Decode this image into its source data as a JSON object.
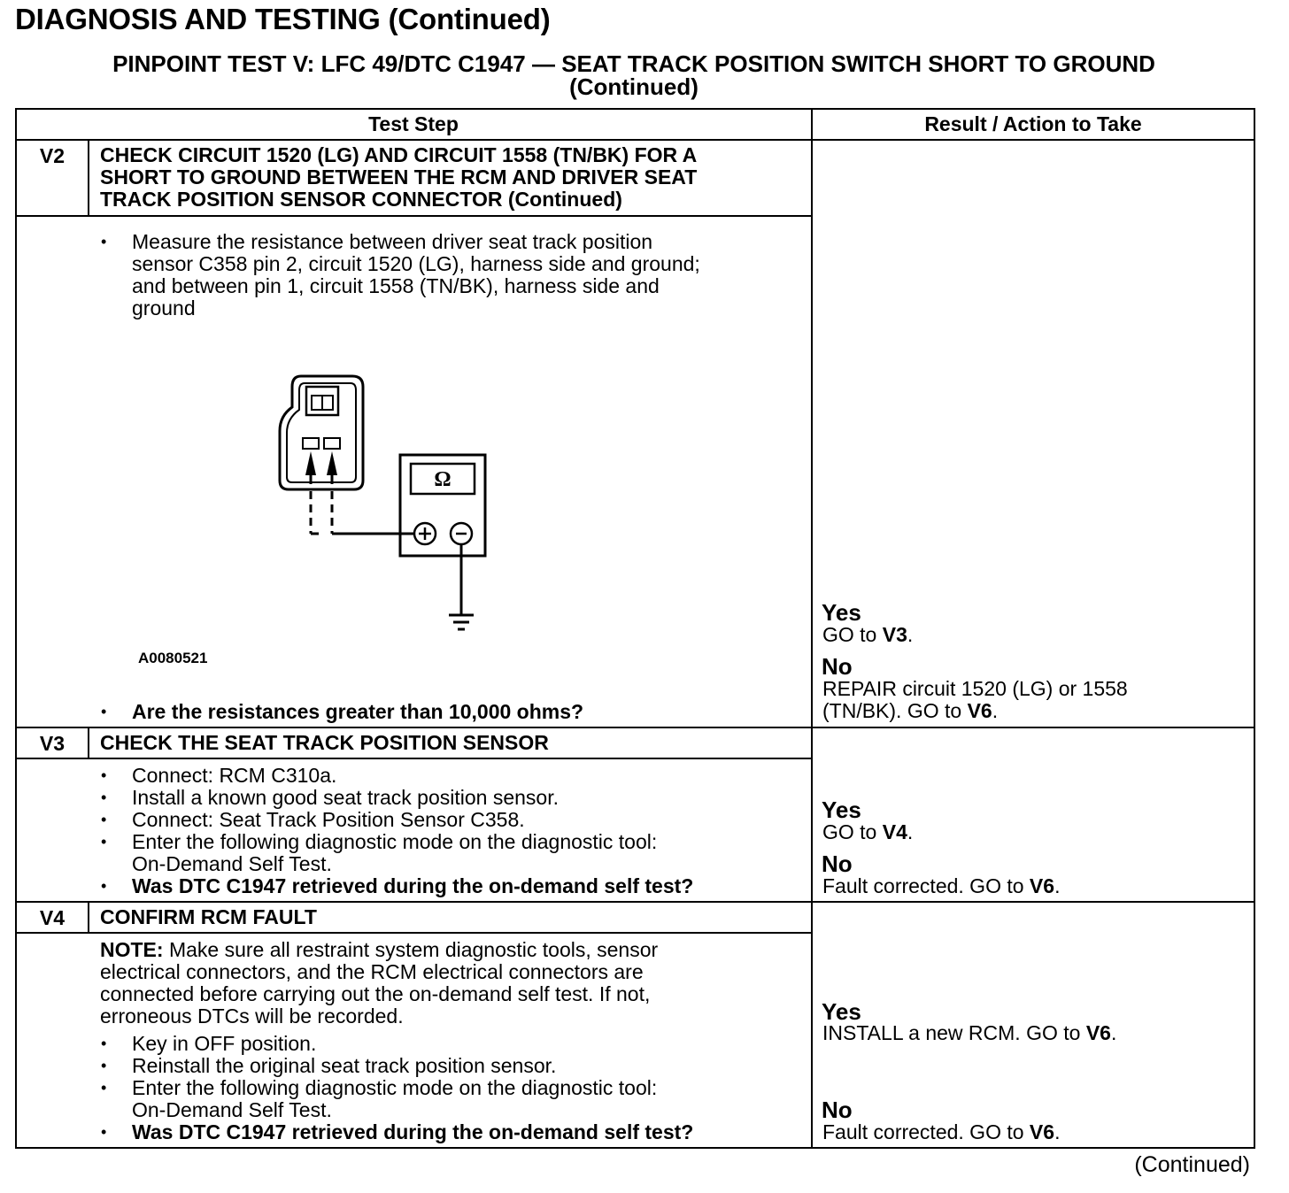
{
  "header": {
    "title": "DIAGNOSIS AND TESTING (Continued)",
    "subtitle_line1": "PINPOINT TEST V: LFC 49/DTC C1947 — SEAT TRACK POSITION SWITCH SHORT TO GROUND",
    "subtitle_line2": "(Continued)"
  },
  "table": {
    "col_test_step": "Test Step",
    "col_result": "Result / Action to Take",
    "v2": {
      "id": "V2",
      "title_lines": [
        "CHECK CIRCUIT 1520 (LG) AND CIRCUIT 1558 (TN/BK) FOR A",
        "SHORT TO GROUND BETWEEN THE RCM AND DRIVER SEAT",
        "TRACK POSITION SENSOR CONNECTOR (Continued)"
      ],
      "bullet1_lines": [
        "Measure the resistance between driver seat track position",
        "sensor C358 pin 2, circuit 1520 (LG), harness side and ground;",
        "and between pin 1, circuit 1558 (TN/BK), harness side and",
        "ground"
      ],
      "figure_code": "A0080521",
      "ohm_symbol": "Ω",
      "question": "Are the resistances greater than 10,000 ohms?",
      "yes_label": "Yes",
      "yes_text": "GO to ",
      "yes_target": "V3",
      "no_label": "No",
      "no_line1": "REPAIR circuit 1520 (LG) or 1558",
      "no_line2": "(TN/BK). GO to ",
      "no_target": "V6"
    },
    "v3": {
      "id": "V3",
      "title": "CHECK THE SEAT TRACK POSITION SENSOR",
      "bullets": [
        "Connect: RCM C310a.",
        "Install a known good seat track position sensor.",
        "Connect: Seat Track Position Sensor C358.",
        "Enter the following diagnostic mode on the diagnostic tool:"
      ],
      "bullet4_cont": "On-Demand Self Test.",
      "question": "Was DTC C1947 retrieved during the on-demand self test?",
      "yes_label": "Yes",
      "yes_text": "GO to ",
      "yes_target": "V4",
      "no_label": "No",
      "no_text": "Fault corrected. GO to ",
      "no_target": "V6"
    },
    "v4": {
      "id": "V4",
      "title": "CONFIRM RCM FAULT",
      "note_label": "NOTE:",
      "note_lines": [
        " Make sure all restraint system diagnostic tools, sensor",
        "electrical connectors, and the RCM electrical connectors are",
        "connected before carrying out the on-demand self test. If not,",
        "erroneous DTCs will be recorded."
      ],
      "bullets": [
        "Key in OFF position.",
        "Reinstall the original seat track position sensor.",
        "Enter the following diagnostic mode on the diagnostic tool:"
      ],
      "bullet3_cont": "On-Demand Self Test.",
      "question": "Was DTC C1947 retrieved during the on-demand self test?",
      "yes_label": "Yes",
      "yes_text": "INSTALL a new RCM. GO to ",
      "yes_target": "V6",
      "no_label": "No",
      "no_text": "Fault corrected. GO to ",
      "no_target": "V6"
    }
  },
  "footer": {
    "continued": "(Continued)"
  }
}
